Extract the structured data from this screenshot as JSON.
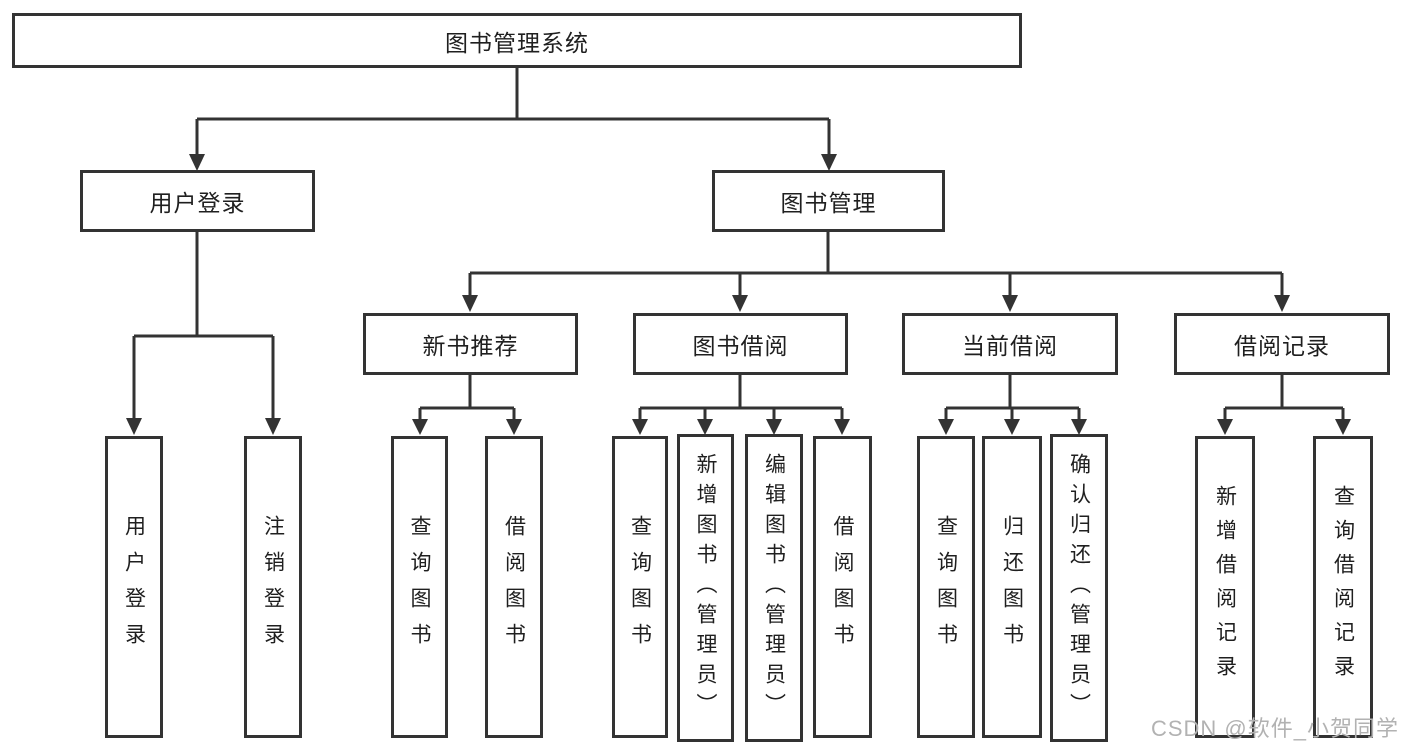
{
  "diagram_title": "图书管理系统",
  "tree": {
    "root": {
      "label": "图书管理系统",
      "children": [
        {
          "label": "用户登录",
          "children": [
            {
              "label": "用户登录"
            },
            {
              "label": "注销登录"
            }
          ]
        },
        {
          "label": "图书管理",
          "children": [
            {
              "label": "新书推荐",
              "children": [
                {
                  "label": "查询图书"
                },
                {
                  "label": "借阅图书"
                }
              ]
            },
            {
              "label": "图书借阅",
              "children": [
                {
                  "label": "查询图书"
                },
                {
                  "label": "新增图书（管理员）"
                },
                {
                  "label": "编辑图书（管理员）"
                },
                {
                  "label": "借阅图书"
                }
              ]
            },
            {
              "label": "当前借阅",
              "children": [
                {
                  "label": "查询图书"
                },
                {
                  "label": "归还图书"
                },
                {
                  "label": "确认归还（管理员）"
                }
              ]
            },
            {
              "label": "借阅记录",
              "children": [
                {
                  "label": "新增借阅记录"
                },
                {
                  "label": "查询借阅记录"
                }
              ]
            }
          ]
        }
      ]
    }
  },
  "watermark": {
    "text": "CSDN @软件_小贺同学"
  },
  "colors": {
    "line": "#333333",
    "text": "#1f1f1f",
    "box_background": "#ffffff",
    "watermark": "#b2b2b2"
  }
}
